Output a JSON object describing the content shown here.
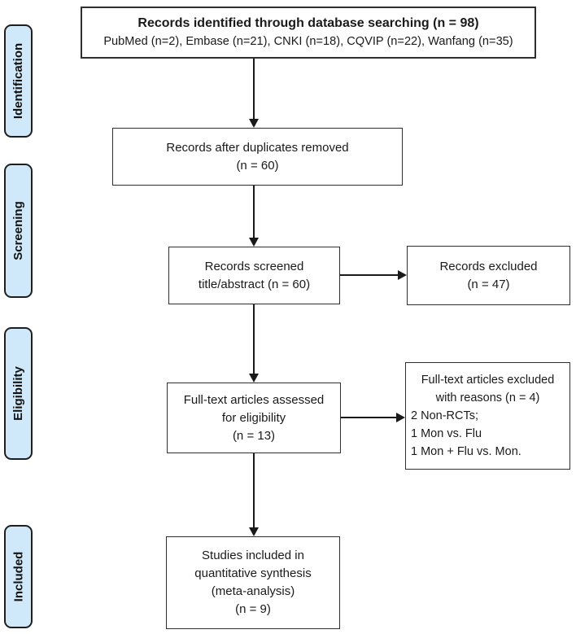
{
  "figure": {
    "type": "PRISMA flow diagram",
    "colors": {
      "stage_fill": "#cfe9fa",
      "stage_border": "#1f1f1f",
      "box_border": "#2f2f2f",
      "arrow": "#1a1a1a",
      "background": "#ffffff",
      "text": "#1a1a1a"
    }
  },
  "sidebar": {
    "stages": [
      {
        "label": "Identification"
      },
      {
        "label": "Screening"
      },
      {
        "label": "Eligibility"
      },
      {
        "label": "Included"
      }
    ]
  },
  "flow": {
    "identified": {
      "title": "Records identified through database searching (n = 98)",
      "subtitle": "PubMed (n=2), Embase (n=21), CNKI (n=18), CQVIP (n=22), Wanfang (n=35)"
    },
    "duplicates": {
      "line1": "Records after duplicates removed",
      "line2": "(n = 60)"
    },
    "screened": {
      "line1": "Records screened",
      "line2": "title/abstract (n = 60)"
    },
    "excluded": {
      "line1": "Records excluded",
      "line2": "(n = 47)"
    },
    "fulltext": {
      "line1": "Full-text articles assessed",
      "line2": "for eligibility",
      "line3": "(n = 13)"
    },
    "fulltext_excluded": {
      "line1": "Full-text articles excluded",
      "line2": "with reasons (n = 4)",
      "reasons": [
        "2 Non-RCTs;",
        "1 Mon vs. Flu",
        "1 Mon + Flu vs. Mon."
      ]
    },
    "included": {
      "line1": "Studies included in",
      "line2": "quantitative synthesis",
      "line3": "(meta-analysis)",
      "line4": "(n = 9)"
    }
  }
}
